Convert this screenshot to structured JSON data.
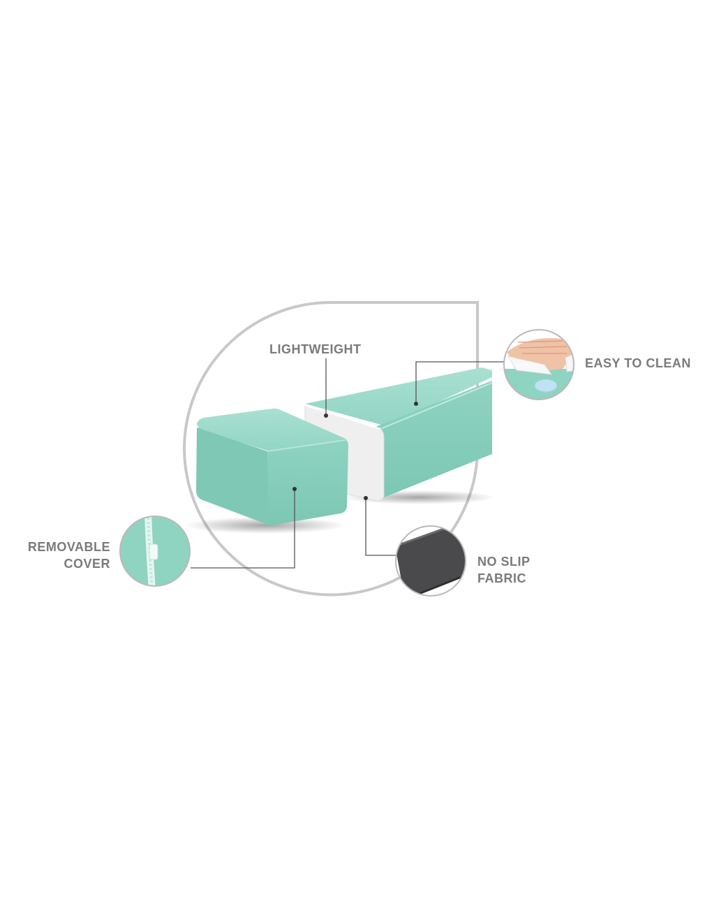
{
  "features": {
    "lightweight": {
      "label": "LIGHTWEIGHT"
    },
    "easy_to_clean": {
      "label": "EASY TO CLEAN"
    },
    "removable_cover": {
      "line1": "REMOVABLE",
      "line2": "COVER"
    },
    "no_slip_fabric": {
      "line1": "NO SLIP",
      "line2": "FABRIC"
    }
  },
  "colors": {
    "mint": "#8fd3c1",
    "mint_dark": "#6fbfab",
    "foam": "#f0f0f0",
    "outline": "#c8c8c8",
    "label_text": "#7a7a7a",
    "leader_line": "#555555",
    "fabric_dark": "#4a4a4c"
  },
  "icons": [
    "zipper-icon",
    "hand-wipe-icon",
    "non-slip-fabric-icon"
  ]
}
